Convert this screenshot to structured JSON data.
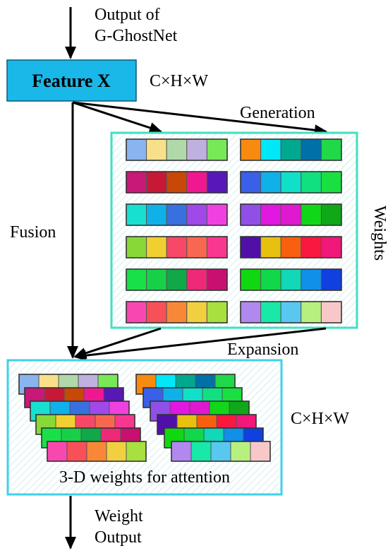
{
  "labels": {
    "input": "Output of\nG-GhostNet",
    "feature_box": "Feature X",
    "dims_top": "C×H×W",
    "generation": "Generation",
    "fusion": "Fusion",
    "weights": "Weights",
    "expansion": "Expansion",
    "dims_bottom": "C×H×W",
    "attention": "3-D weights for attention",
    "output": "Weight\nOutput"
  },
  "colors": {
    "feature_box_fill": "#1ab8e8",
    "weights_frame": "#40e0c0",
    "attention_frame": "#40d0e8",
    "hatch": "#bfe8e8",
    "arrow": "#000000"
  },
  "weight_rows": [
    {
      "left": [
        "#8ab4f0",
        "#f8e08a",
        "#b0d8a8",
        "#c0b0e0",
        "#78e858"
      ],
      "right": [
        "#f88a10",
        "#00e8f8",
        "#00a890",
        "#0070a8",
        "#20d848"
      ]
    },
    {
      "left": [
        "#c81878",
        "#c81838",
        "#c84808",
        "#f01890",
        "#5818b8"
      ],
      "right": [
        "#3860e8",
        "#10b0e8",
        "#10e0c8",
        "#10e080",
        "#18e040"
      ]
    },
    {
      "left": [
        "#18e0d0",
        "#10b0e8",
        "#3870e0",
        "#a048e8",
        "#f040e0"
      ],
      "right": [
        "#9050e8",
        "#e018e0",
        "#e018d0",
        "#10d818",
        "#10a818"
      ]
    },
    {
      "left": [
        "#88d838",
        "#f0d030",
        "#f84868",
        "#f86850",
        "#f83890"
      ],
      "right": [
        "#5010a8",
        "#e8c010",
        "#f86010",
        "#f81840",
        "#f01878"
      ]
    },
    {
      "left": [
        "#18e048",
        "#18d048",
        "#10a848",
        "#f02878",
        "#c81070"
      ],
      "right": [
        "#10d810",
        "#10d848",
        "#10d8b8",
        "#1090e8",
        "#1040e0"
      ]
    },
    {
      "left": [
        "#f848b0",
        "#f85058",
        "#f88838",
        "#f0d040",
        "#a8e040"
      ],
      "right": [
        "#b088f0",
        "#18e8a8",
        "#58c8f0",
        "#b8f080",
        "#f8c8c8"
      ]
    }
  ]
}
